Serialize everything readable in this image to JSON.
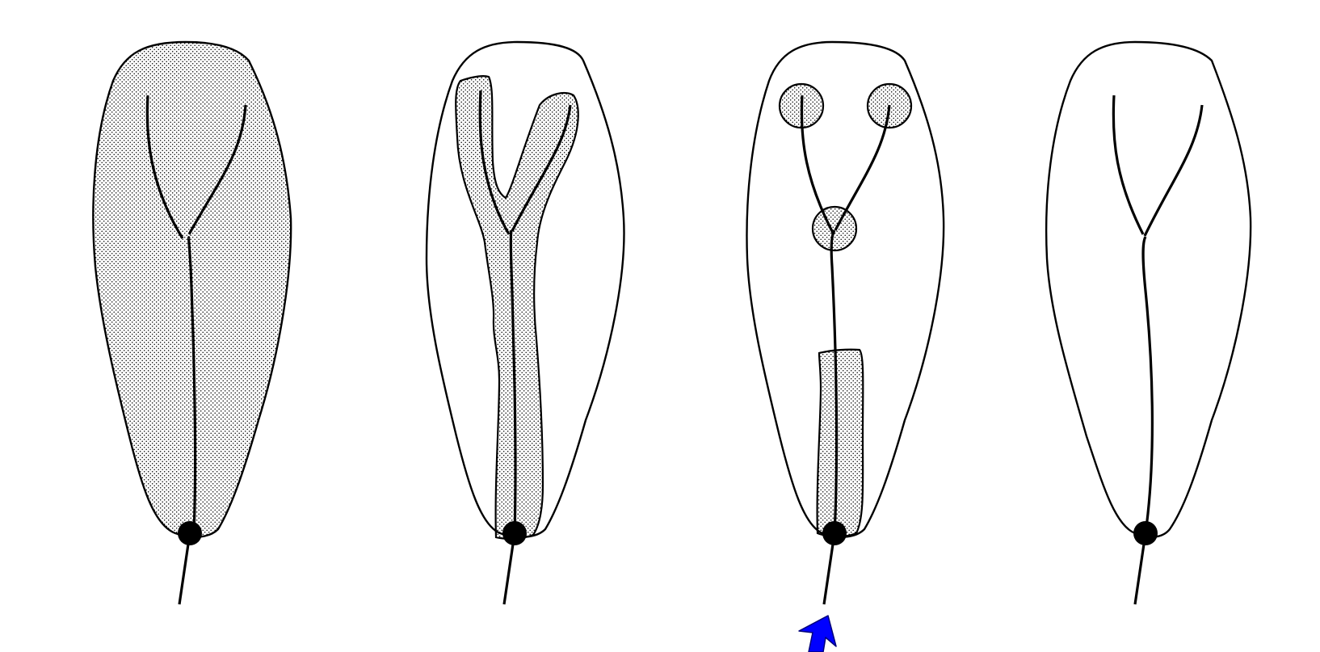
{
  "diagram": {
    "panel_count": 4,
    "panels": [
      {
        "id": "panel-1",
        "shading": "whole-leaf"
      },
      {
        "id": "panel-2",
        "shading": "along-veins"
      },
      {
        "id": "panel-3",
        "shading": "vein-junction-spots-and-basal-strip"
      },
      {
        "id": "panel-4",
        "shading": "none"
      }
    ],
    "pointer": {
      "icon": "arrow-icon",
      "direction": "up",
      "target": "panel-3"
    }
  },
  "colors": {
    "line": "#000000",
    "background": "#ffffff",
    "stipple": "#000000",
    "arrow": "#0000ff"
  }
}
